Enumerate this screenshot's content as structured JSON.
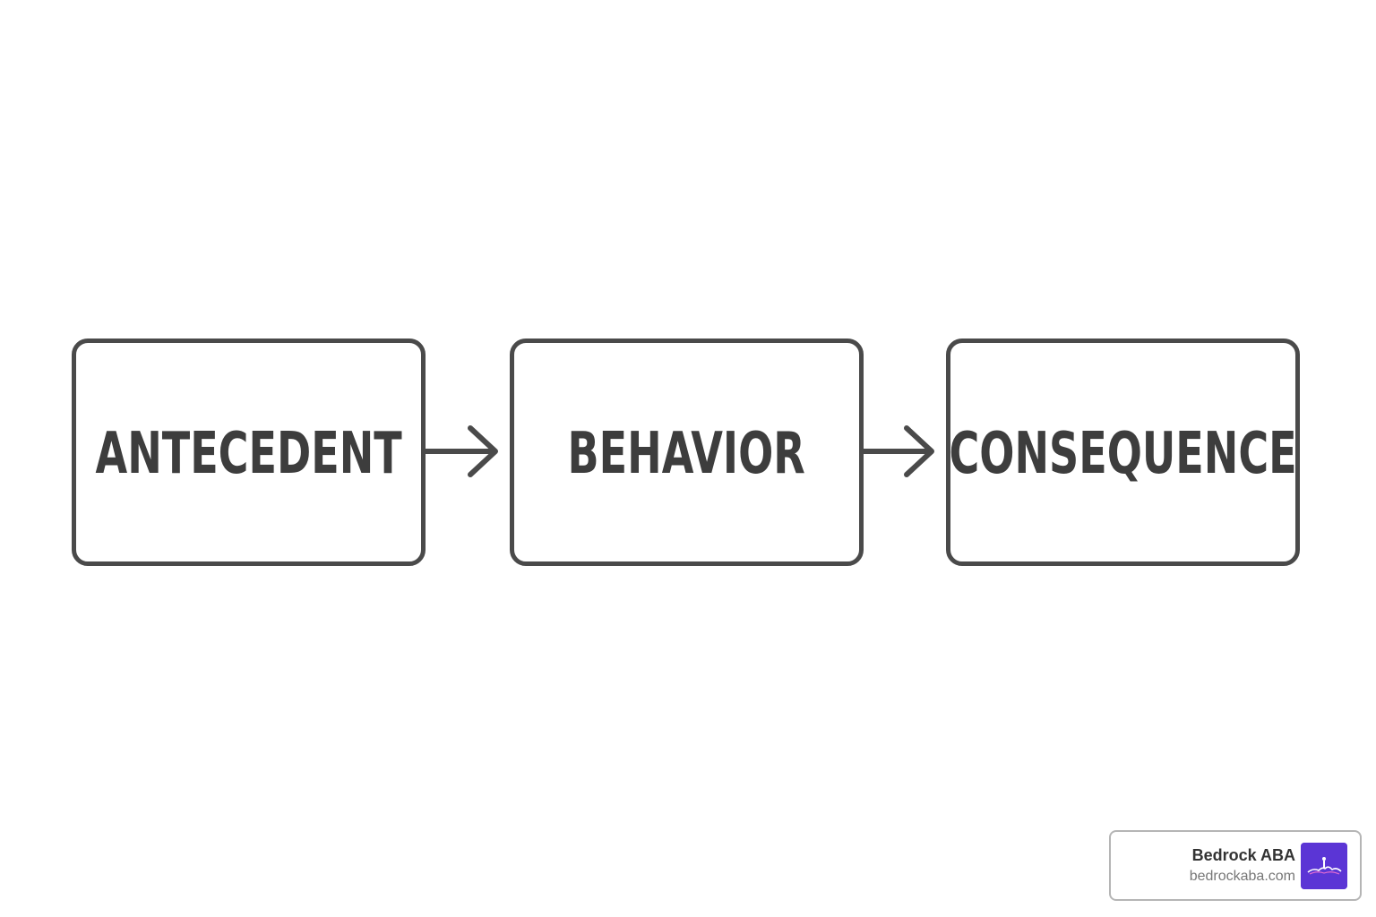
{
  "diagram": {
    "steps": [
      {
        "label": "ANTECEDENT"
      },
      {
        "label": "BEHAVIOR"
      },
      {
        "label": "CONSEQUENCE"
      }
    ],
    "colors": {
      "stroke": "#4a4a4a",
      "text": "#3d3d3d",
      "background": "#ffffff"
    }
  },
  "brand": {
    "name": "Bedrock ABA",
    "url": "bedrockaba.com",
    "logo_icon": "bedrock-logo-icon",
    "logo_color": "#5b35d5"
  }
}
